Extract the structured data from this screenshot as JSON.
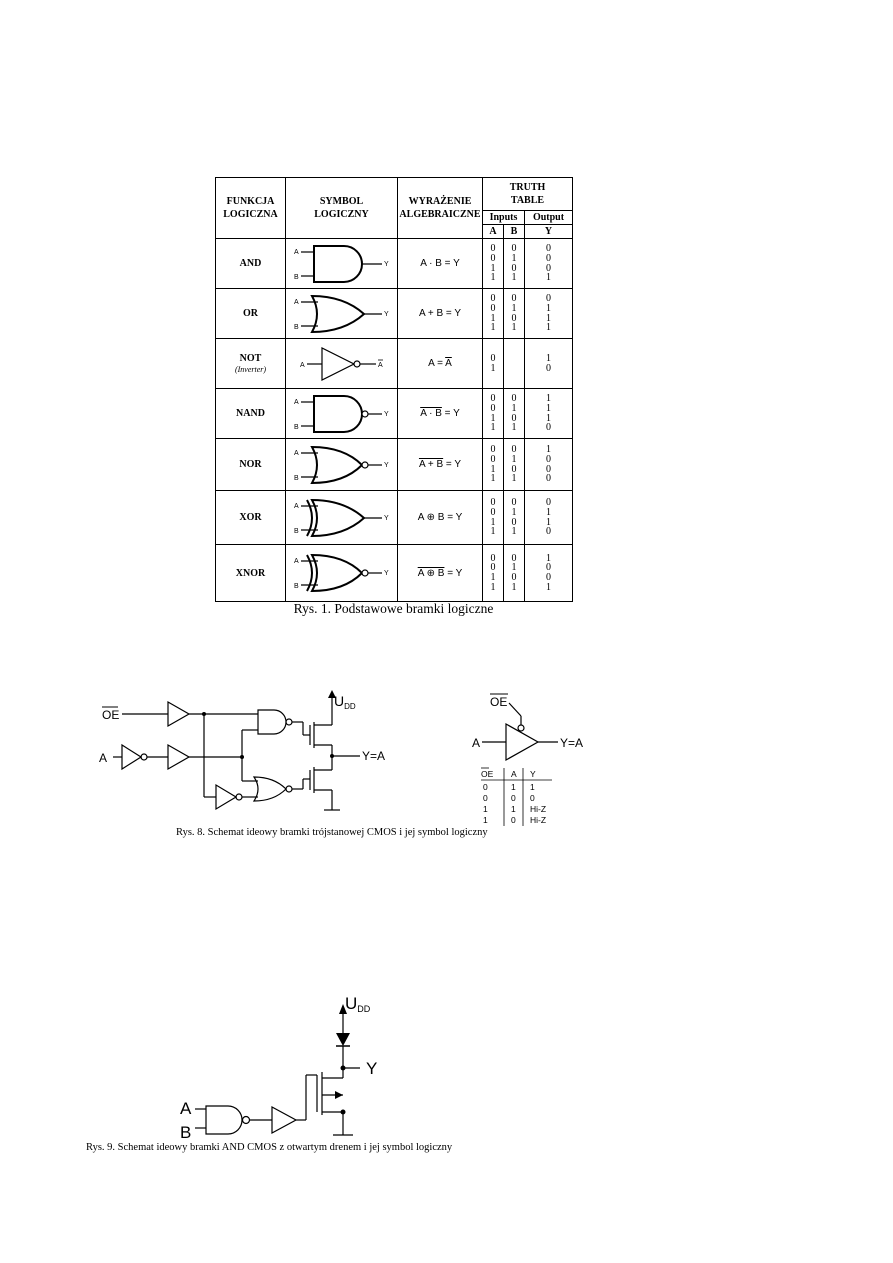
{
  "table": {
    "headers": {
      "funkcja": [
        "FUNKCJA",
        "LOGICZNA"
      ],
      "symbol": [
        "SYMBOL",
        "LOGICZNY"
      ],
      "wyrazenie": [
        "WYRAŻENIE",
        "ALGEBRAICZNE"
      ],
      "truth": [
        "TRUTH",
        "TABLE"
      ],
      "inputs": "Inputs",
      "output": "Output",
      "col_a": "A",
      "col_b": "B",
      "col_y": "Y"
    },
    "rows": [
      {
        "name": "AND",
        "expr": "A · B = Y",
        "a": [
          "0",
          "0",
          "1",
          "1"
        ],
        "b": [
          "0",
          "1",
          "0",
          "1"
        ],
        "y": [
          "0",
          "0",
          "0",
          "1"
        ]
      },
      {
        "name": "OR",
        "expr": "A + B = Y",
        "a": [
          "0",
          "0",
          "1",
          "1"
        ],
        "b": [
          "0",
          "1",
          "0",
          "1"
        ],
        "y": [
          "0",
          "1",
          "1",
          "1"
        ]
      },
      {
        "name": "NOT",
        "sub": "(Inverter)",
        "expr_left": "A = ",
        "expr_over": "A",
        "a": [
          "0",
          "1"
        ],
        "b": [],
        "y": [
          "1",
          "0"
        ]
      },
      {
        "name": "NAND",
        "expr_over": "A · B",
        "expr_right": " = Y",
        "a": [
          "0",
          "0",
          "1",
          "1"
        ],
        "b": [
          "0",
          "1",
          "0",
          "1"
        ],
        "y": [
          "1",
          "1",
          "1",
          "0"
        ]
      },
      {
        "name": "NOR",
        "expr_over": "A + B",
        "expr_right": " = Y",
        "a": [
          "0",
          "0",
          "1",
          "1"
        ],
        "b": [
          "0",
          "1",
          "0",
          "1"
        ],
        "y": [
          "1",
          "0",
          "0",
          "0"
        ]
      },
      {
        "name": "XOR",
        "expr": "A ⊕ B = Y",
        "a": [
          "0",
          "0",
          "1",
          "1"
        ],
        "b": [
          "0",
          "1",
          "0",
          "1"
        ],
        "y": [
          "0",
          "1",
          "1",
          "0"
        ]
      },
      {
        "name": "XNOR",
        "expr_over": "A ⊕ B",
        "expr_right": " = Y",
        "a": [
          "0",
          "0",
          "1",
          "1"
        ],
        "b": [
          "0",
          "1",
          "0",
          "1"
        ],
        "y": [
          "1",
          "0",
          "0",
          "1"
        ]
      }
    ],
    "pin_labels": {
      "a": "A",
      "b": "B",
      "y": "Y",
      "not_out": "A"
    }
  },
  "caption1": "Rys. 1. Podstawowe bramki logiczne",
  "fig8": {
    "oe": "OE",
    "a": "A",
    "udd": "U",
    "udd_sub": "DD",
    "out": "Y=A",
    "symbol_oe": "OE",
    "symbol_a": "A",
    "symbol_out": "Y=A",
    "tt_headers": [
      "OE",
      "A",
      "Y"
    ],
    "tt_rows": [
      [
        "0",
        "1",
        "1"
      ],
      [
        "0",
        "0",
        "0"
      ],
      [
        "1",
        "1",
        "Hi-Z"
      ],
      [
        "1",
        "0",
        "Hi-Z"
      ]
    ],
    "caption": "Rys. 8. Schemat ideowy bramki trójstanowej CMOS i jej symbol logiczny"
  },
  "fig9": {
    "udd": "U",
    "udd_sub": "DD",
    "y": "Y",
    "a": "A",
    "b": "B",
    "caption": "Rys. 9. Schemat ideowy bramki AND CMOS z otwartym drenem i jej symbol logiczny"
  }
}
